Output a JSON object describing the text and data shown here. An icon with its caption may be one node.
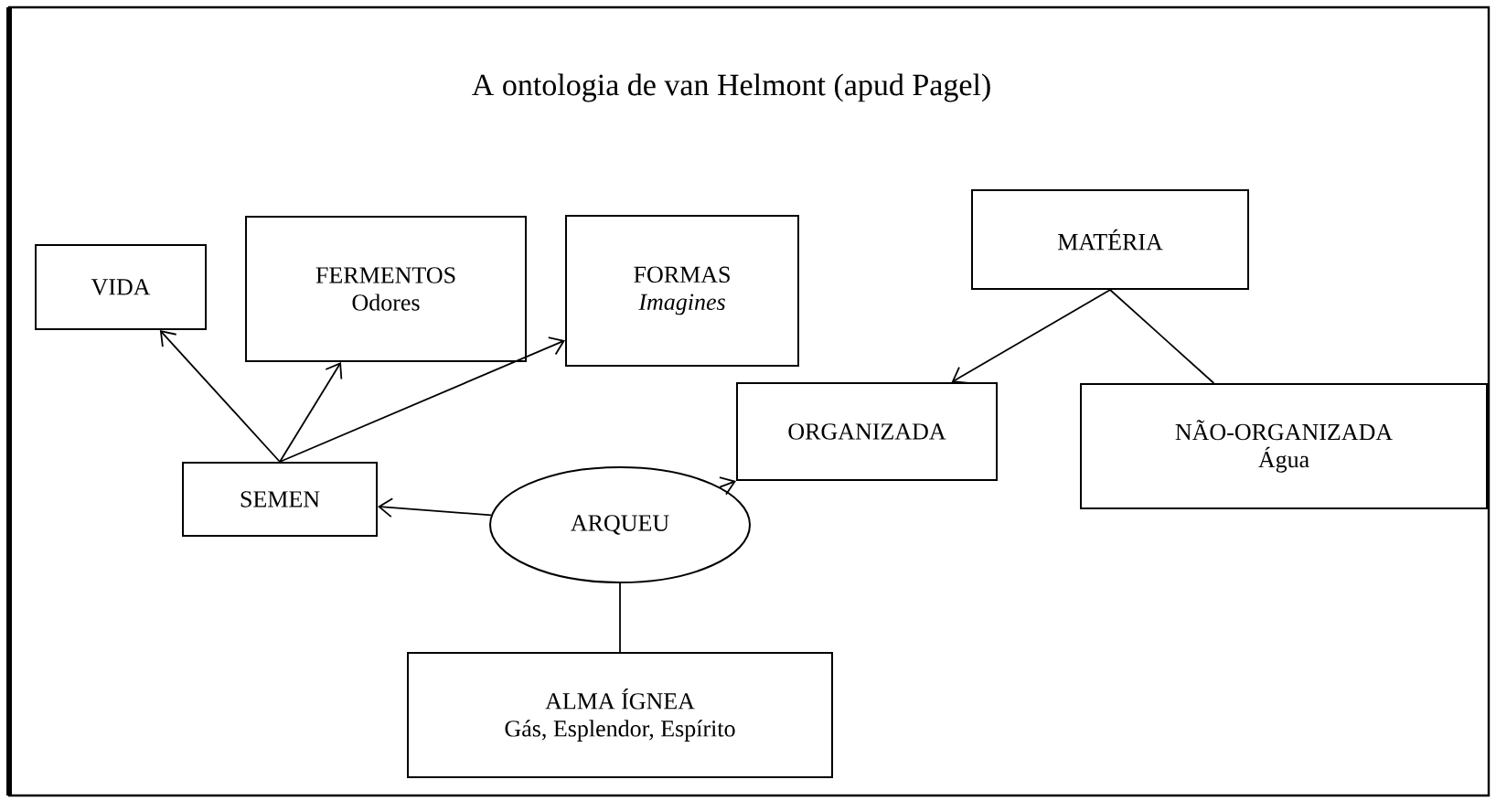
{
  "diagram": {
    "title": "A ontologia  de van Helmont   (apud Pagel)",
    "nodes": [
      {
        "text": [
          "VIDA"
        ]
      },
      {
        "text": [
          "FERMENTOS",
          "Odores"
        ]
      },
      {
        "text": [
          "FORMAS",
          "Imagines"
        ]
      },
      {
        "text": [
          "MATÉRIA"
        ]
      },
      {
        "text": [
          "ORGANIZADA"
        ]
      },
      {
        "text": [
          "NÃO-ORGANIZADA",
          "Água"
        ]
      },
      {
        "text": [
          "SEMEN"
        ]
      },
      {
        "text": [
          "ARQUEU"
        ]
      },
      {
        "text": [
          "ALMA ÍGNEA",
          "Gás, Esplendor, Espírito"
        ]
      }
    ],
    "edges": [
      {
        "from": 6,
        "to": 0,
        "arrow": "to"
      },
      {
        "from": 6,
        "to": 1,
        "arrow": "to"
      },
      {
        "from": 6,
        "to": 2,
        "arrow": "to"
      },
      {
        "from": 7,
        "to": 6,
        "arrow": "to"
      },
      {
        "from": 7,
        "to": 4,
        "arrow": "to"
      },
      {
        "from": 3,
        "to": 4,
        "arrow": "to"
      },
      {
        "from": 3,
        "to": 5,
        "arrow": "none"
      },
      {
        "from": 7,
        "to": 8,
        "arrow": "none"
      }
    ]
  }
}
